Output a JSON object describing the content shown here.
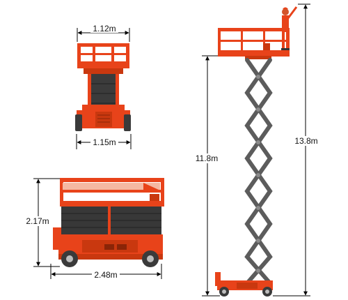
{
  "dimensions": {
    "front_top_width": "1.12m",
    "front_bottom_width": "1.15m",
    "side_height": "2.17m",
    "side_length": "2.48m",
    "platform_height": "11.8m",
    "working_height": "13.8m"
  },
  "colors": {
    "body": "#e8431a",
    "body_dark": "#b8300f",
    "scissor": "#5c5c5c",
    "scissor_light": "#8a8a8a",
    "tire": "#3a3a3a",
    "deck_light": "#f5b8a2",
    "dim_line": "#000000"
  }
}
